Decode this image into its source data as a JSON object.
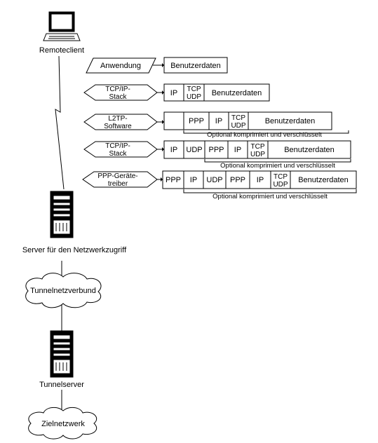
{
  "nodes": {
    "remote_client": "Remoteclient",
    "nas_server": "Server für den Netzwerkzugriff",
    "tunnel_network": "Tunnelnetzverbund",
    "tunnel_server": "Tunnelserver",
    "target_network": "Zielnetzwerk"
  },
  "layers": [
    {
      "label_lines": [
        "Anwendung"
      ],
      "cells": [
        [
          "Benutzerdaten"
        ]
      ]
    },
    {
      "label_lines": [
        "TCP/IP-",
        "Stack"
      ],
      "cells": [
        [
          "IP"
        ],
        [
          "TCP",
          "UDP"
        ],
        [
          "Benutzerdaten"
        ]
      ]
    },
    {
      "label_lines": [
        "L2TP-",
        "Software"
      ],
      "cells": [
        [
          ""
        ],
        [
          "PPP"
        ],
        [
          "IP"
        ],
        [
          "TCP",
          "UDP"
        ],
        [
          "Benutzerdaten"
        ]
      ]
    },
    {
      "label_lines": [
        "TCP/IP-",
        "Stack"
      ],
      "cells": [
        [
          "IP"
        ],
        [
          "UDP"
        ],
        [
          "PPP"
        ],
        [
          "IP"
        ],
        [
          "TCP",
          "UDP"
        ],
        [
          "Benutzerdaten"
        ]
      ]
    },
    {
      "label_lines": [
        "PPP-Geräte-",
        "treiber"
      ],
      "cells": [
        [
          "PPP"
        ],
        [
          "IP"
        ],
        [
          "UDP"
        ],
        [
          "PPP"
        ],
        [
          "IP"
        ],
        [
          "TCP",
          "UDP"
        ],
        [
          "Benutzerdaten"
        ]
      ]
    }
  ],
  "notes": {
    "l2tp": "Optional komprimiert und verschlüsselt",
    "tcpip": "Optional komprimiert und verschlüsselt",
    "ppp": "Optional komprimiert und verschlüsselt"
  }
}
